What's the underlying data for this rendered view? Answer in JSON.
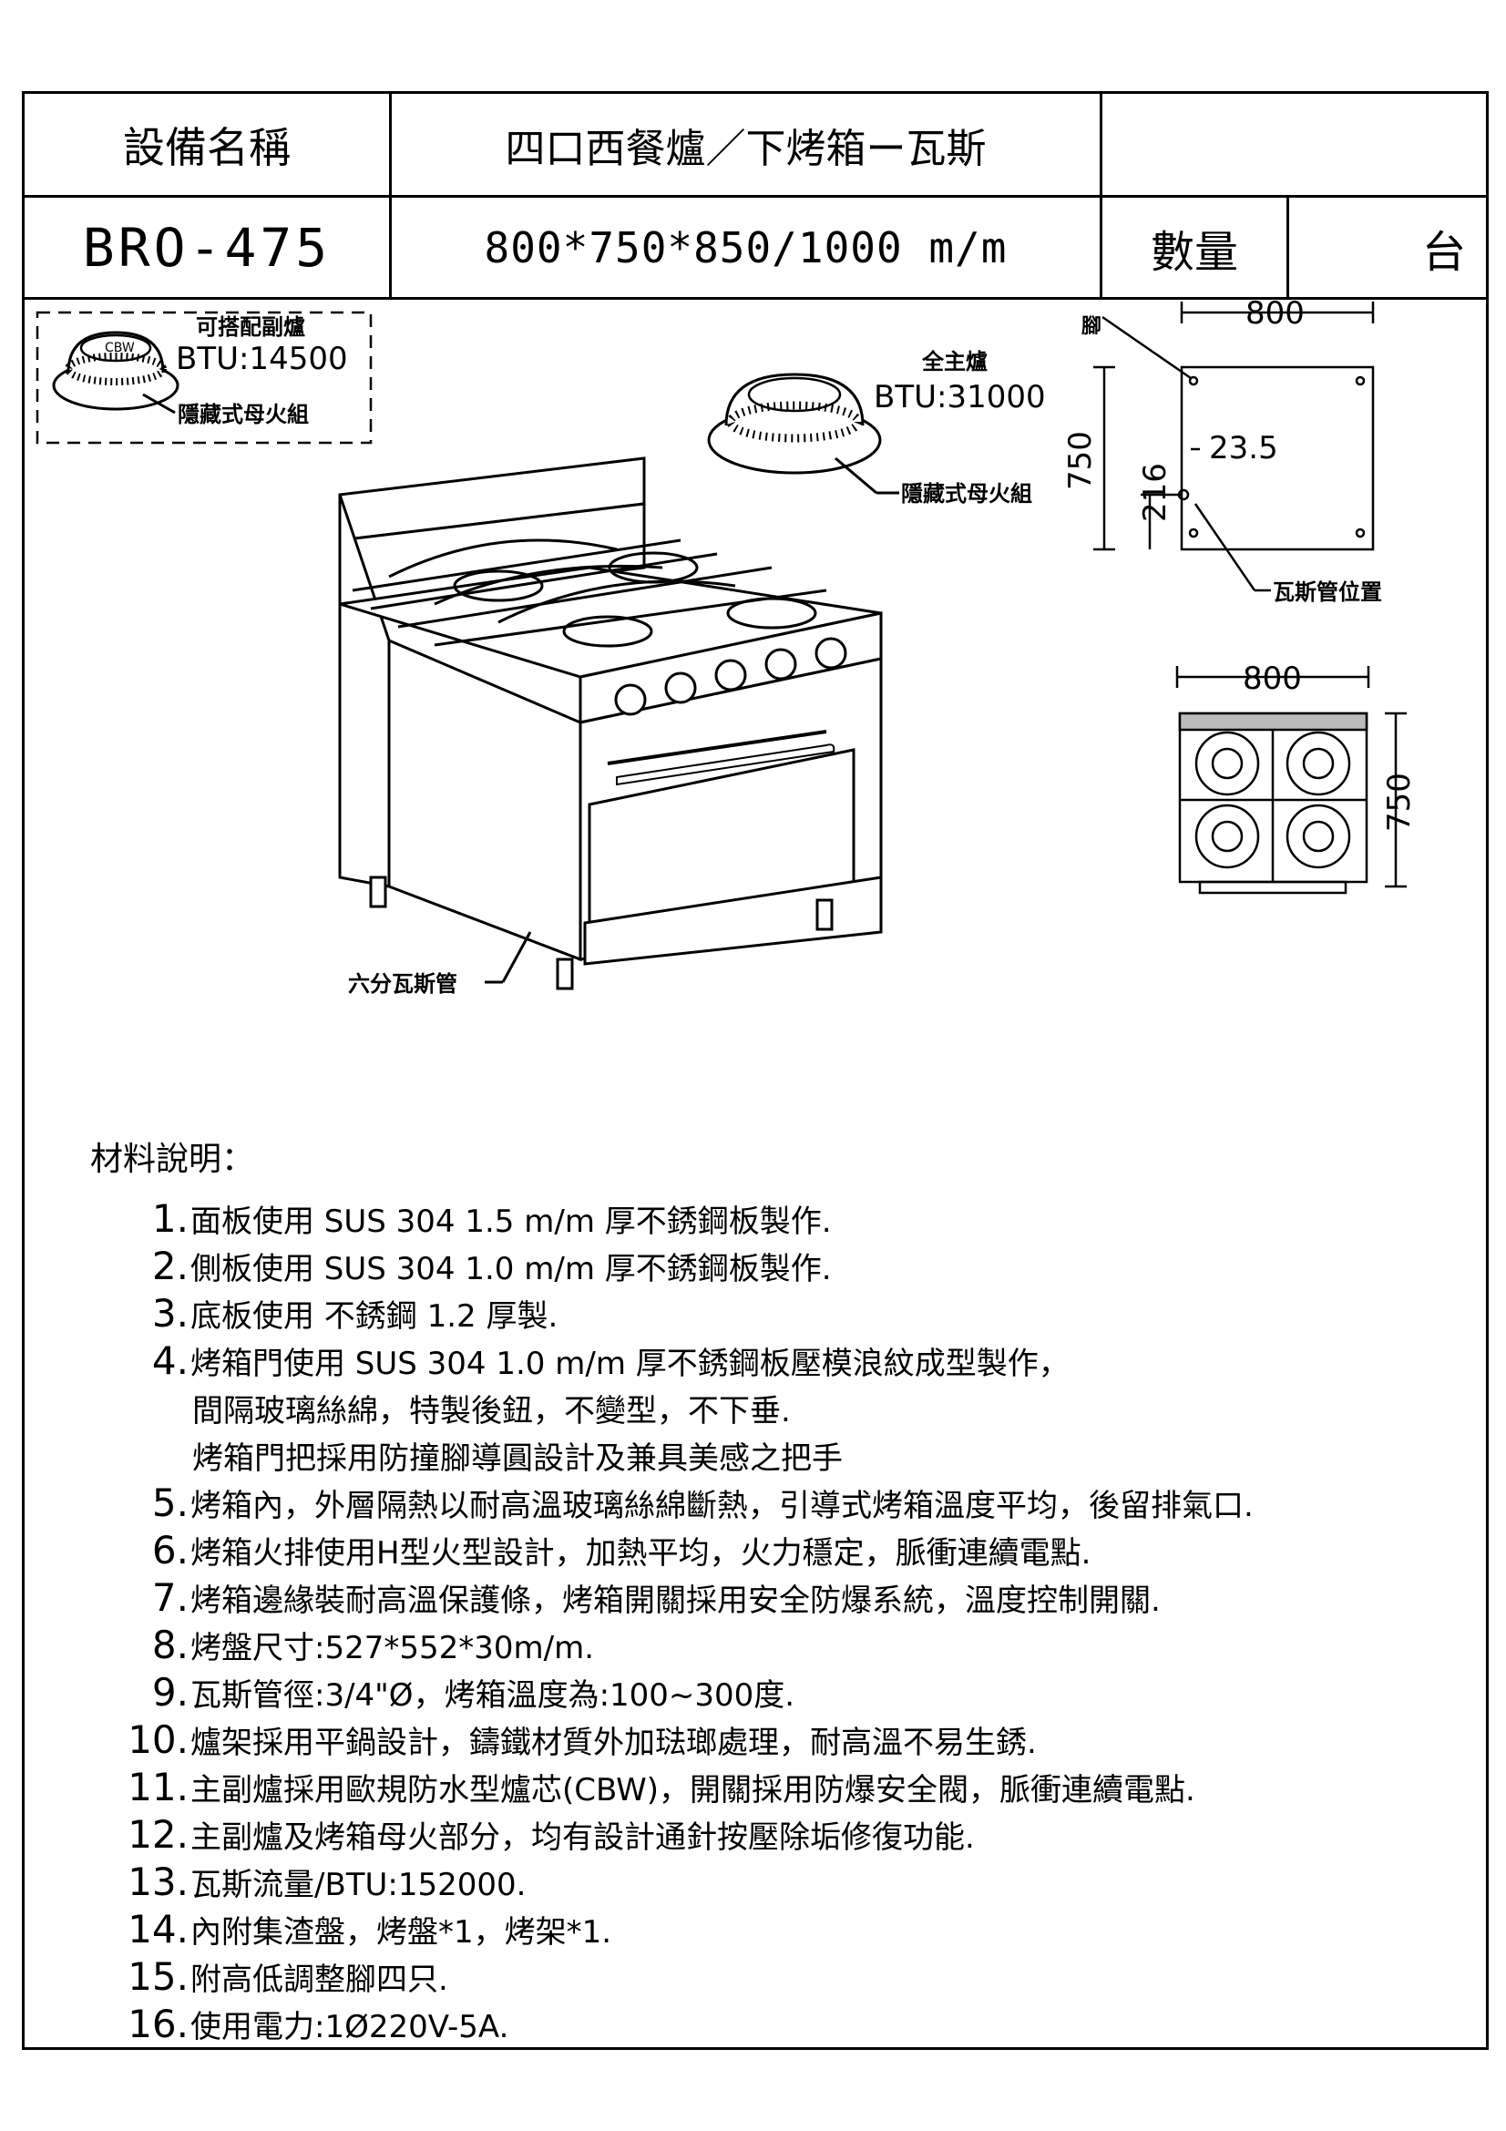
{
  "header": {
    "name_label": "設備名稱",
    "product_name": "四口西餐爐／下烤箱ー瓦斯",
    "model": "BRO-475",
    "dimensions": "800*750*850/1000 m/m",
    "quantity_label": "數量",
    "unit": "台"
  },
  "drawing": {
    "aux_burner_title": "可搭配副爐",
    "aux_burner_btu": "BTU:14500",
    "aux_burner_pilot": "隱藏式母火組",
    "main_burner_title": "全主爐",
    "main_burner_btu": "BTU:31000",
    "main_burner_pilot": "隱藏式母火組",
    "gas_pipe_label": "六分瓦斯管",
    "foot_label": "腳",
    "gas_position_label": "瓦斯管位置",
    "plan_width": "800",
    "plan_depth": "750",
    "plan_offset_216": "216",
    "plan_offset_23_5": "23.5",
    "top_width": "800",
    "top_depth": "750",
    "burner_logo": "CBW"
  },
  "spec": {
    "title": "材料說明：",
    "items": [
      {
        "num": "1.",
        "lines": [
          "面板使用 SUS 304 1.5 m/m 厚不銹鋼板製作."
        ]
      },
      {
        "num": "2.",
        "lines": [
          "側板使用 SUS 304 1.0 m/m 厚不銹鋼板製作."
        ]
      },
      {
        "num": "3.",
        "lines": [
          "底板使用 不銹鋼 1.2 厚製."
        ]
      },
      {
        "num": "4.",
        "lines": [
          "烤箱門使用 SUS 304 1.0 m/m 厚不銹鋼板壓模浪紋成型製作，",
          "間隔玻璃絲綿，特製後鈕，不變型，不下垂.",
          "烤箱門把採用防撞腳導圓設計及兼具美感之把手"
        ]
      },
      {
        "num": "5.",
        "lines": [
          "烤箱內，外層隔熱以耐高溫玻璃絲綿斷熱，引導式烤箱溫度平均，後留排氣口."
        ]
      },
      {
        "num": "6.",
        "lines": [
          "烤箱火排使用H型火型設計，加熱平均，火力穩定，脈衝連續電點."
        ]
      },
      {
        "num": "7.",
        "lines": [
          "烤箱邊緣裝耐高溫保護條，烤箱開關採用安全防爆系統，溫度控制開關."
        ]
      },
      {
        "num": "8.",
        "lines": [
          "烤盤尺寸:527*552*30m/m."
        ]
      },
      {
        "num": "9.",
        "lines": [
          "瓦斯管徑:3/4\"Ø，烤箱溫度為:100~300度."
        ]
      },
      {
        "num": "10.",
        "lines": [
          "爐架採用平鍋設計，鑄鐵材質外加琺瑯處理，耐高溫不易生銹."
        ]
      },
      {
        "num": "11.",
        "lines": [
          "主副爐採用歐規防水型爐芯(CBW)，開關採用防爆安全閥，脈衝連續電點."
        ]
      },
      {
        "num": "12.",
        "lines": [
          "主副爐及烤箱母火部分，均有設計通針按壓除垢修復功能."
        ]
      },
      {
        "num": "13.",
        "lines": [
          "瓦斯流量/BTU:152000."
        ]
      },
      {
        "num": "14.",
        "lines": [
          "內附集渣盤，烤盤*1，烤架*1."
        ]
      },
      {
        "num": "15.",
        "lines": [
          "附高低調整腳四只."
        ]
      },
      {
        "num": "16.",
        "lines": [
          "使用電力:1Ø220V-5A."
        ]
      }
    ]
  }
}
